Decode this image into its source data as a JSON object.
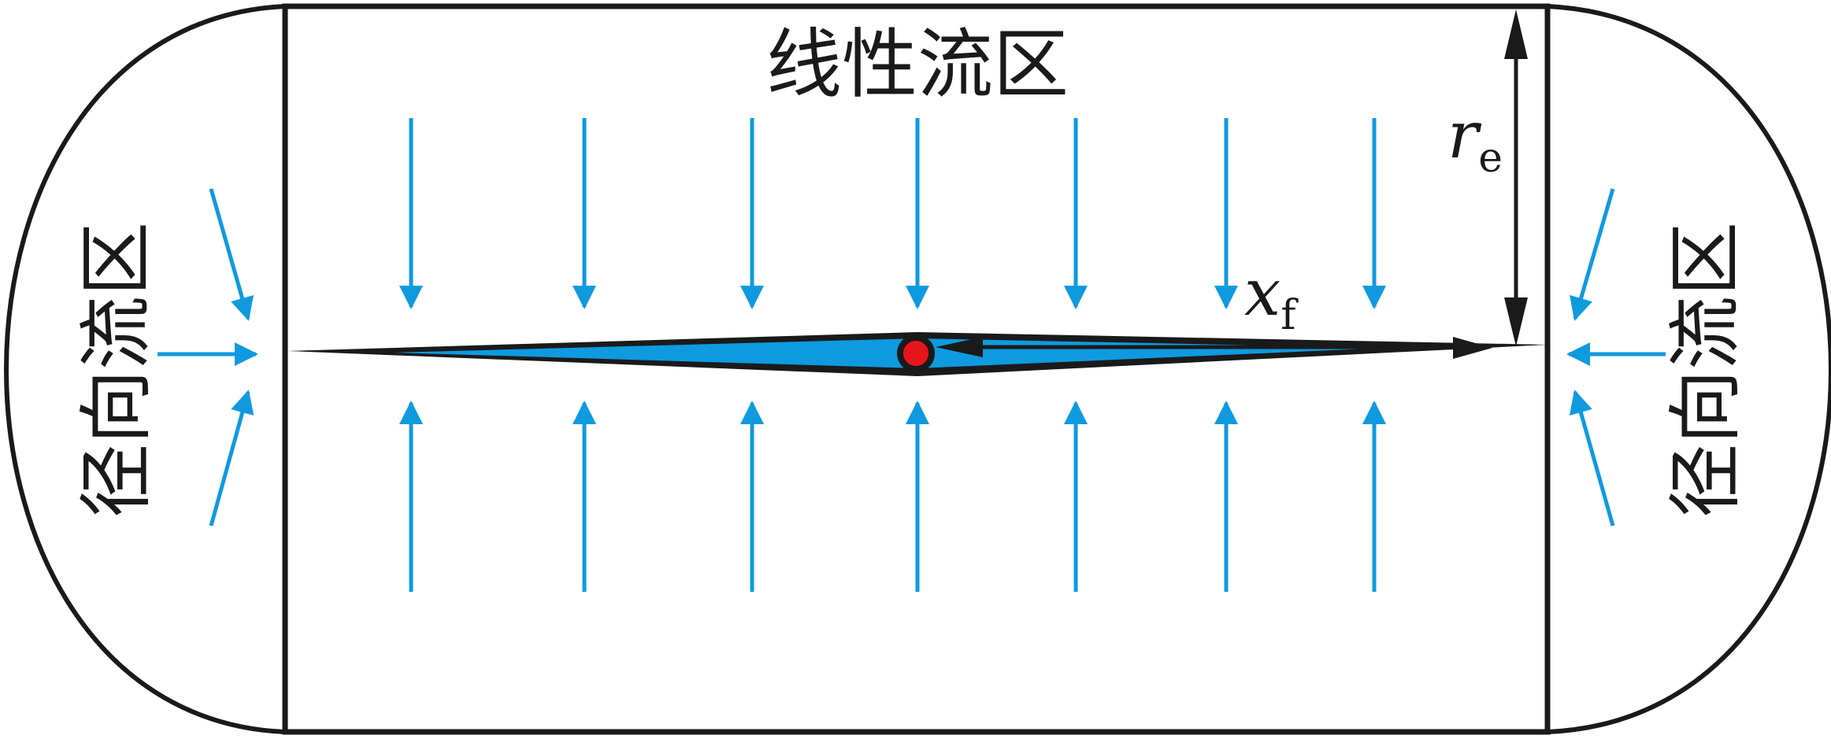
{
  "labels": {
    "linear_region": "线性流区",
    "radial_left": "径向流区",
    "radial_right": "径向流区",
    "re_main": "r",
    "re_sub": "e",
    "xf_main": "x",
    "xf_sub": "f"
  },
  "colors": {
    "outline": "#1a1a1a",
    "flow_arrow": "#0f9ae0",
    "fracture_fill": "#0f9ae0",
    "well": "#e8141b"
  }
}
